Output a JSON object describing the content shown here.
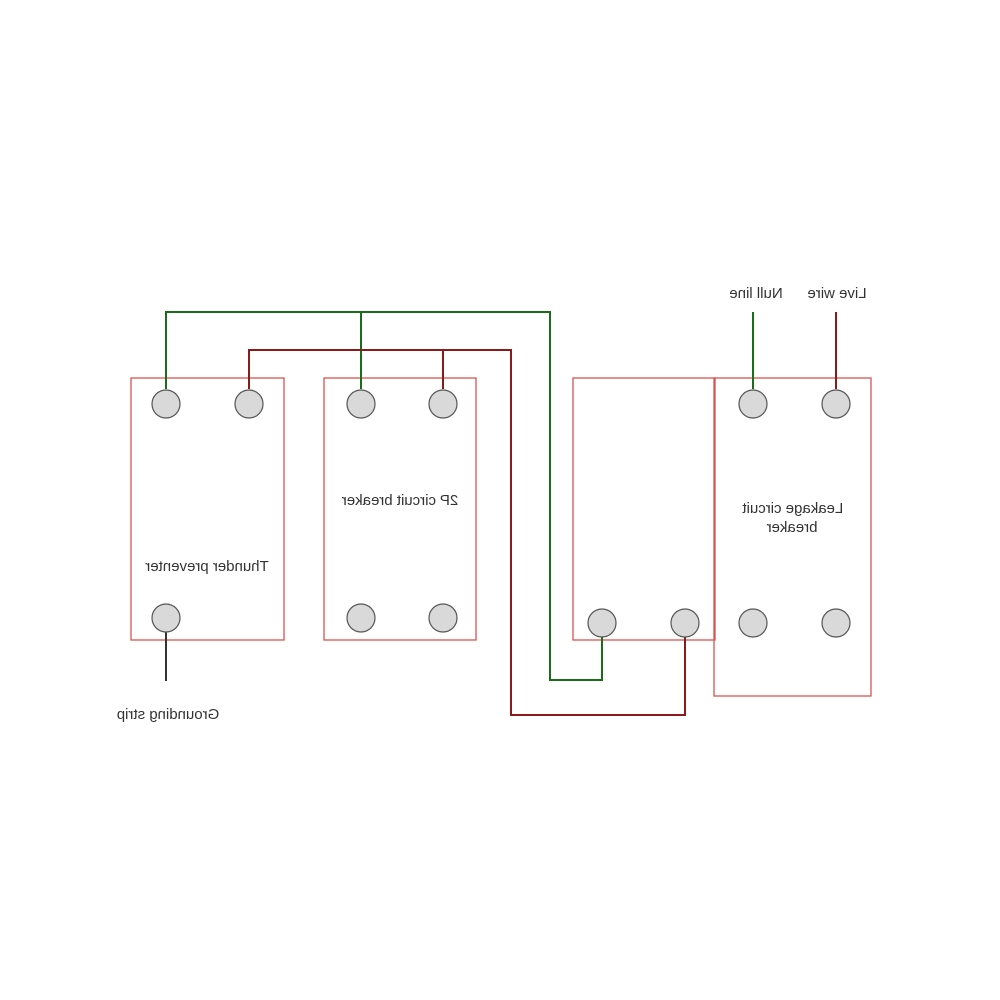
{
  "colors": {
    "box": "#d9534f",
    "ground_wire": "#1a6e1a",
    "live_wire": "#8b1a1a",
    "earth_wire": "#333333",
    "terminal_fill": "#d9d9d9"
  },
  "labels": {
    "null_line": "Null line",
    "live_wire": "Live wire",
    "thunder_preventer": "Thunder preventer",
    "breaker_2p": "2P circuit breaker",
    "leakage_line1": "Leakage circuit",
    "leakage_line2": "breaker",
    "grounding_strip": "Grounding strip"
  },
  "text_mirrored": true
}
